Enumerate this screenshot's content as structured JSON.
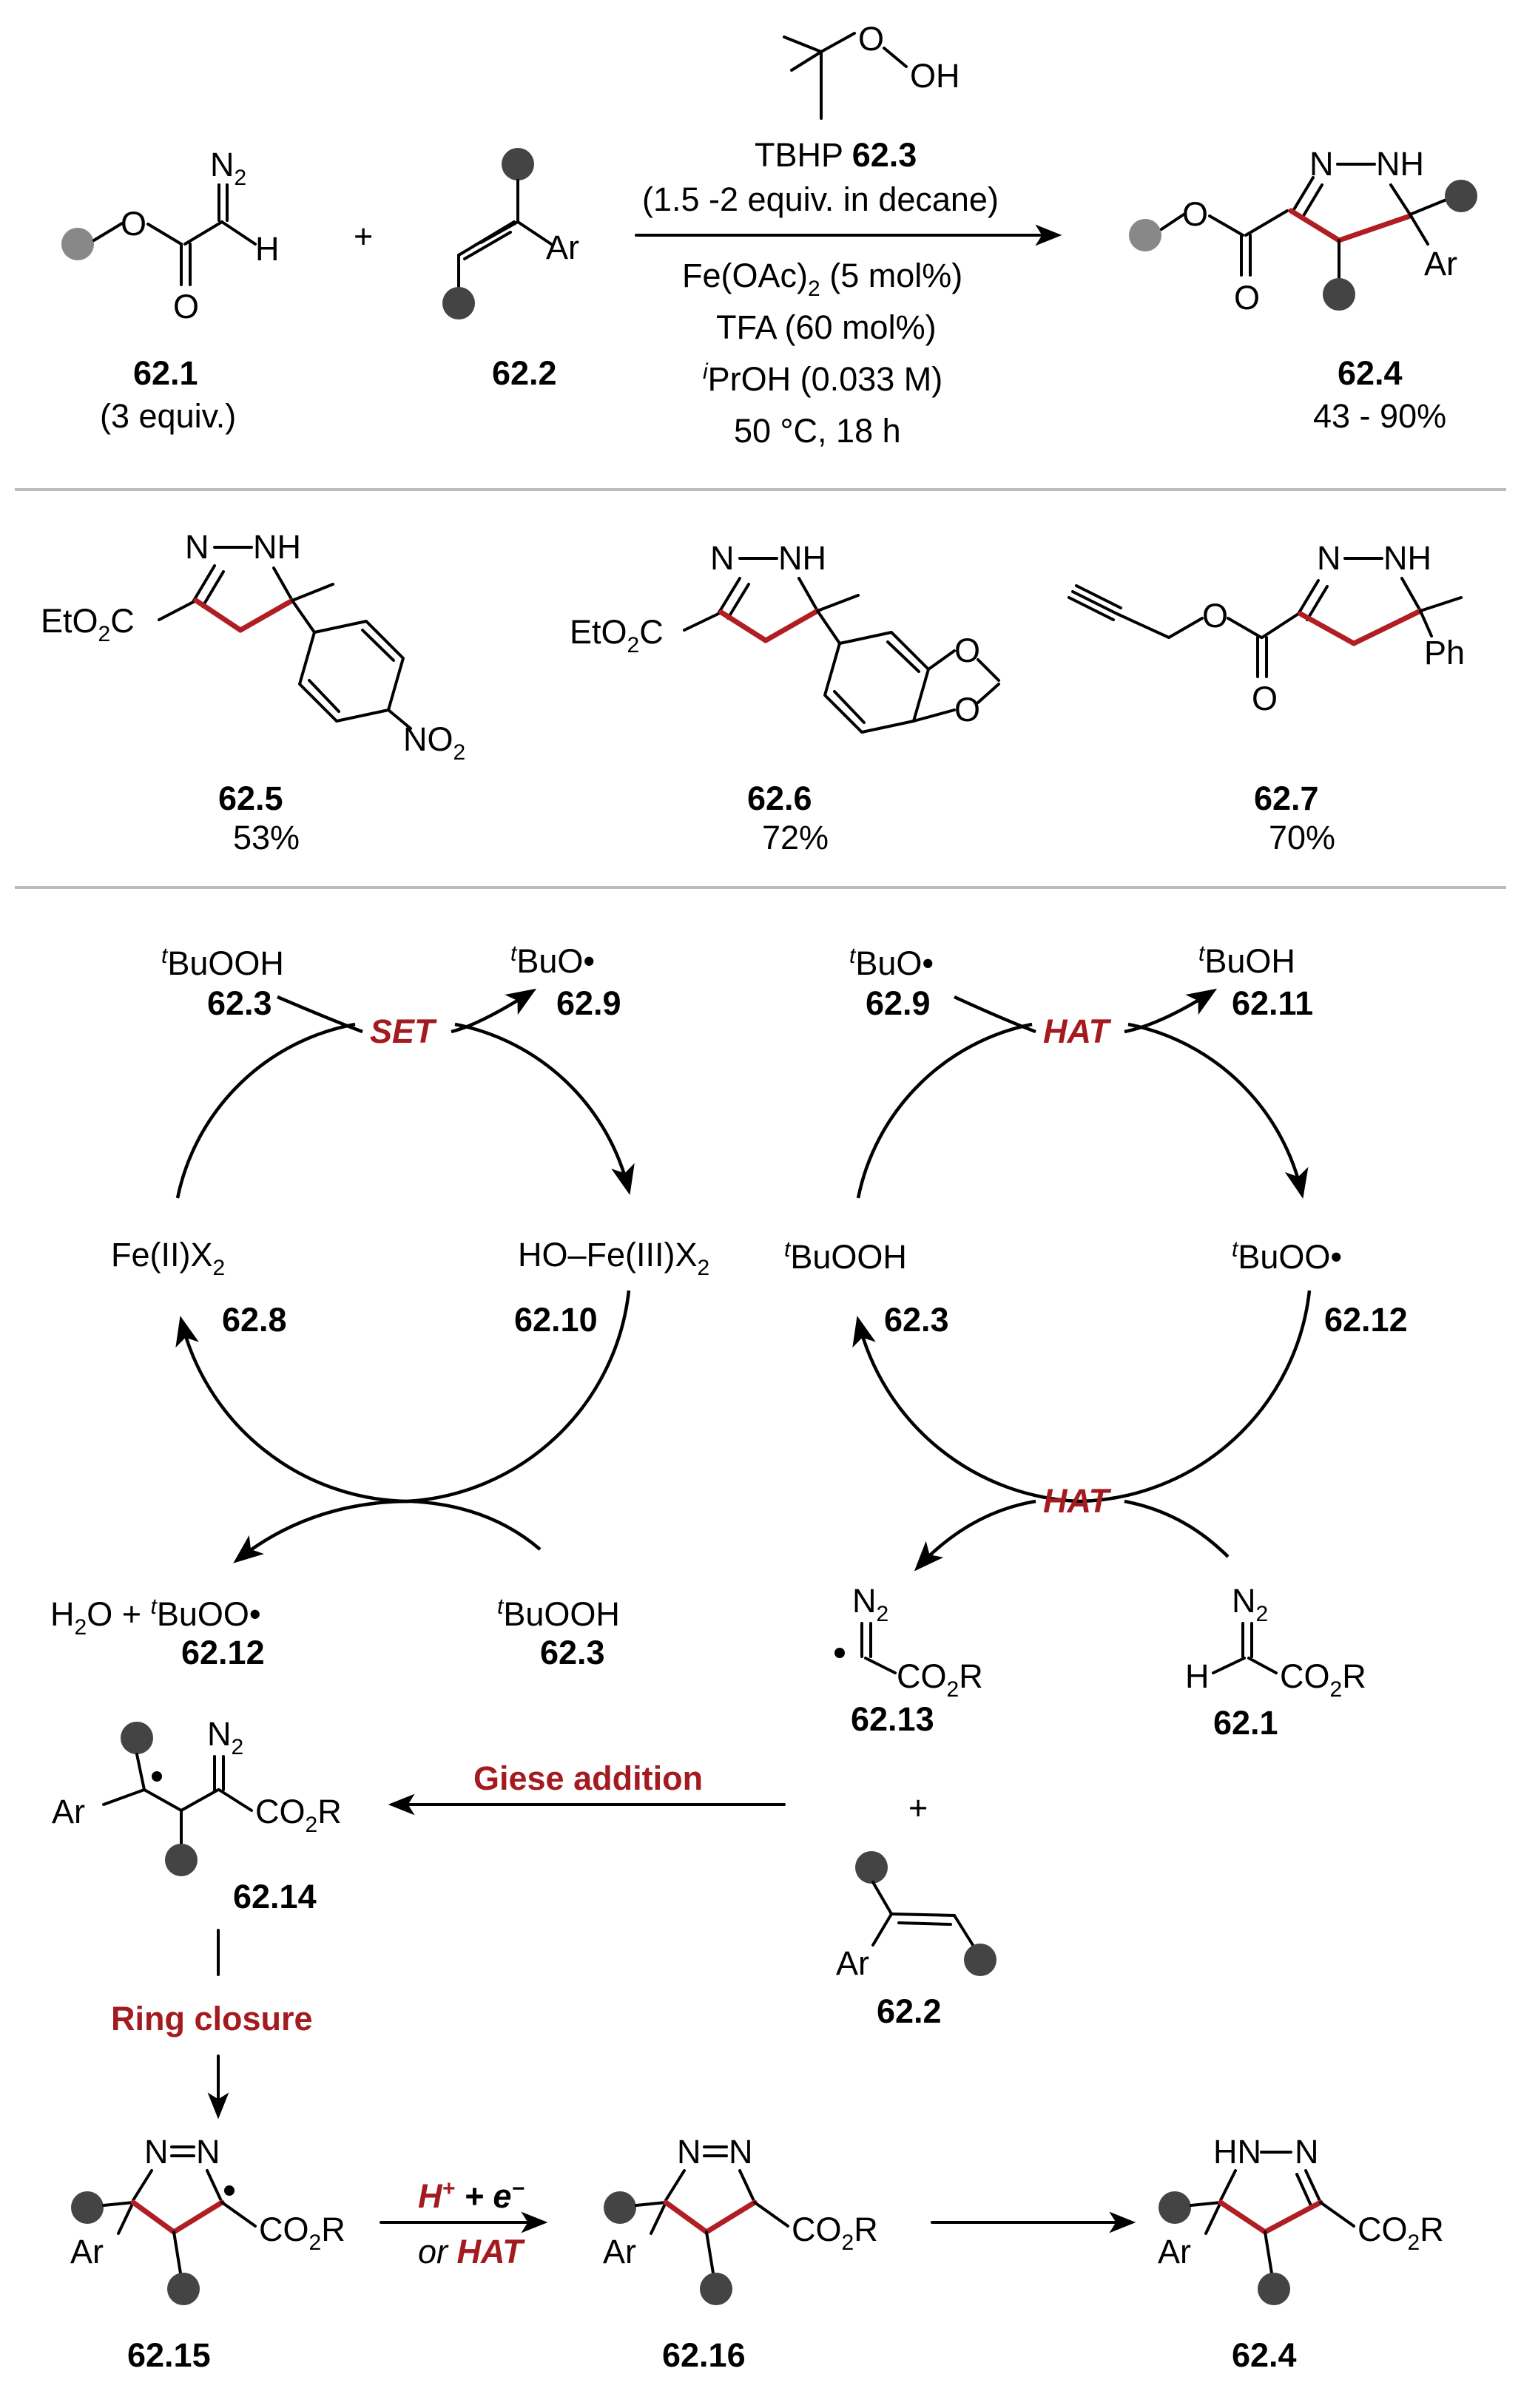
{
  "reaction": {
    "reagent_name": "TBHP",
    "reagent_num": "62.3",
    "reagent_note": "(1.5 -2 equiv. in decane)",
    "cond1": "Fe(OAc)",
    "cond1_sub": "2",
    "cond1_tail": " (5 mol%)",
    "cond2": "TFA (60 mol%)",
    "cond3_sup": "i",
    "cond3": "PrOH (0.033 M)",
    "cond4": "50 °C, 18 h",
    "plus": "+",
    "sm1_num": "62.1",
    "sm1_note": "(3 equiv.)",
    "sm2_num": "62.2",
    "prod_num": "62.4",
    "prod_yield": "43 - 90%"
  },
  "examples": [
    {
      "num": "62.5",
      "yield": "53%"
    },
    {
      "num": "62.6",
      "yield": "72%"
    },
    {
      "num": "62.7",
      "yield": "70%"
    }
  ],
  "labels": {
    "N": "N",
    "NH": "NH",
    "HN": "HN",
    "H": "H",
    "O": "O",
    "OH": "OH",
    "Ar": "Ar",
    "Ph": "Ph",
    "N2": "N",
    "sub2": "2",
    "EtO2C": "EtO",
    "EtO2C_tail": "C",
    "NO2": "NO",
    "CO2R": "CO",
    "CO2R_tail": "R",
    "dash": "–"
  },
  "mechanism": {
    "set_label": "SET",
    "hat_label": "HAT",
    "tbuooh": "BuOOH",
    "tbuo": "BuO•",
    "tbuoh": "BuOH",
    "tbuoo": "BuOO•",
    "t_sup": "t",
    "fe2": "Fe(II)X",
    "fe3": "HO–Fe(III)X",
    "water": "H",
    "water_tail": "O + ",
    "n_628": "62.8",
    "n_6210": "62.10",
    "n_623": "62.3",
    "n_629": "62.9",
    "n_6211": "62.11",
    "n_6212": "62.12",
    "n_6213": "62.13",
    "n_621": "62.1",
    "n_622": "62.2",
    "n_6214": "62.14",
    "n_6215": "62.15",
    "n_6216": "62.16",
    "n_624": "62.4",
    "giese": "Giese addition",
    "ring": "Ring closure",
    "h_plus": "H",
    "plus_sup": "+",
    "plus_e": " + e",
    "minus_sup": "−",
    "or": "or ",
    "hat2": "HAT"
  },
  "colors": {
    "accent": "#a31a1f",
    "bond_red": "#b01e24",
    "dot": "#444444",
    "dot_light": "#888888"
  }
}
